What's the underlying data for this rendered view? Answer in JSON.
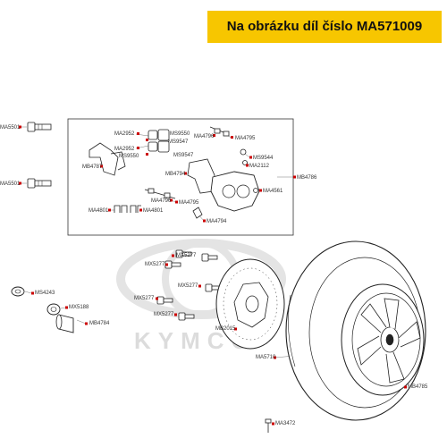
{
  "banner": {
    "text": "Na obrázku díl číslo MA571009"
  },
  "watermark": {
    "brand": "KYMCO"
  },
  "colors": {
    "banner": "#f7c600",
    "label_marker": "#cc0000",
    "line": "#222222"
  },
  "labels": {
    "ma5501_a": "MA5501",
    "ma5501_b": "MA5501",
    "ma2952_a": "MA2952",
    "ms9550_a": "MS9550",
    "ms9547_a": "MS9547",
    "ma2952_b": "MA2952",
    "ms9550_b": "MS9550",
    "ms9547_b": "MS9547",
    "ma4796_a": "MA4796",
    "ma4795_a": "MA4795",
    "ms9544": "MS9544",
    "ma2112": "MA2112",
    "mb4787": "MB4787",
    "mb4794": "MB4794",
    "mb4786": "MB4786",
    "ma4561": "MA4561",
    "ma4796_b": "MA4796",
    "ma4795_b": "MA4795",
    "ma4801_a": "MA4801",
    "ma4801_b": "MA4801",
    "ma4794": "MA4794",
    "mx5277_a": "MX5277",
    "mx5277_b": "MX5277",
    "mx5277_c": "MX5277",
    "mx5277_d": "MX5277",
    "mx5277_e": "MX5277",
    "ms4243": "MS4243",
    "mx5188": "MX5188",
    "mb4784": "MB4784",
    "mb2015": "MB2015",
    "ma5710": "MA5710",
    "mb4785": "MB4785",
    "ma3472": "MA3472"
  }
}
